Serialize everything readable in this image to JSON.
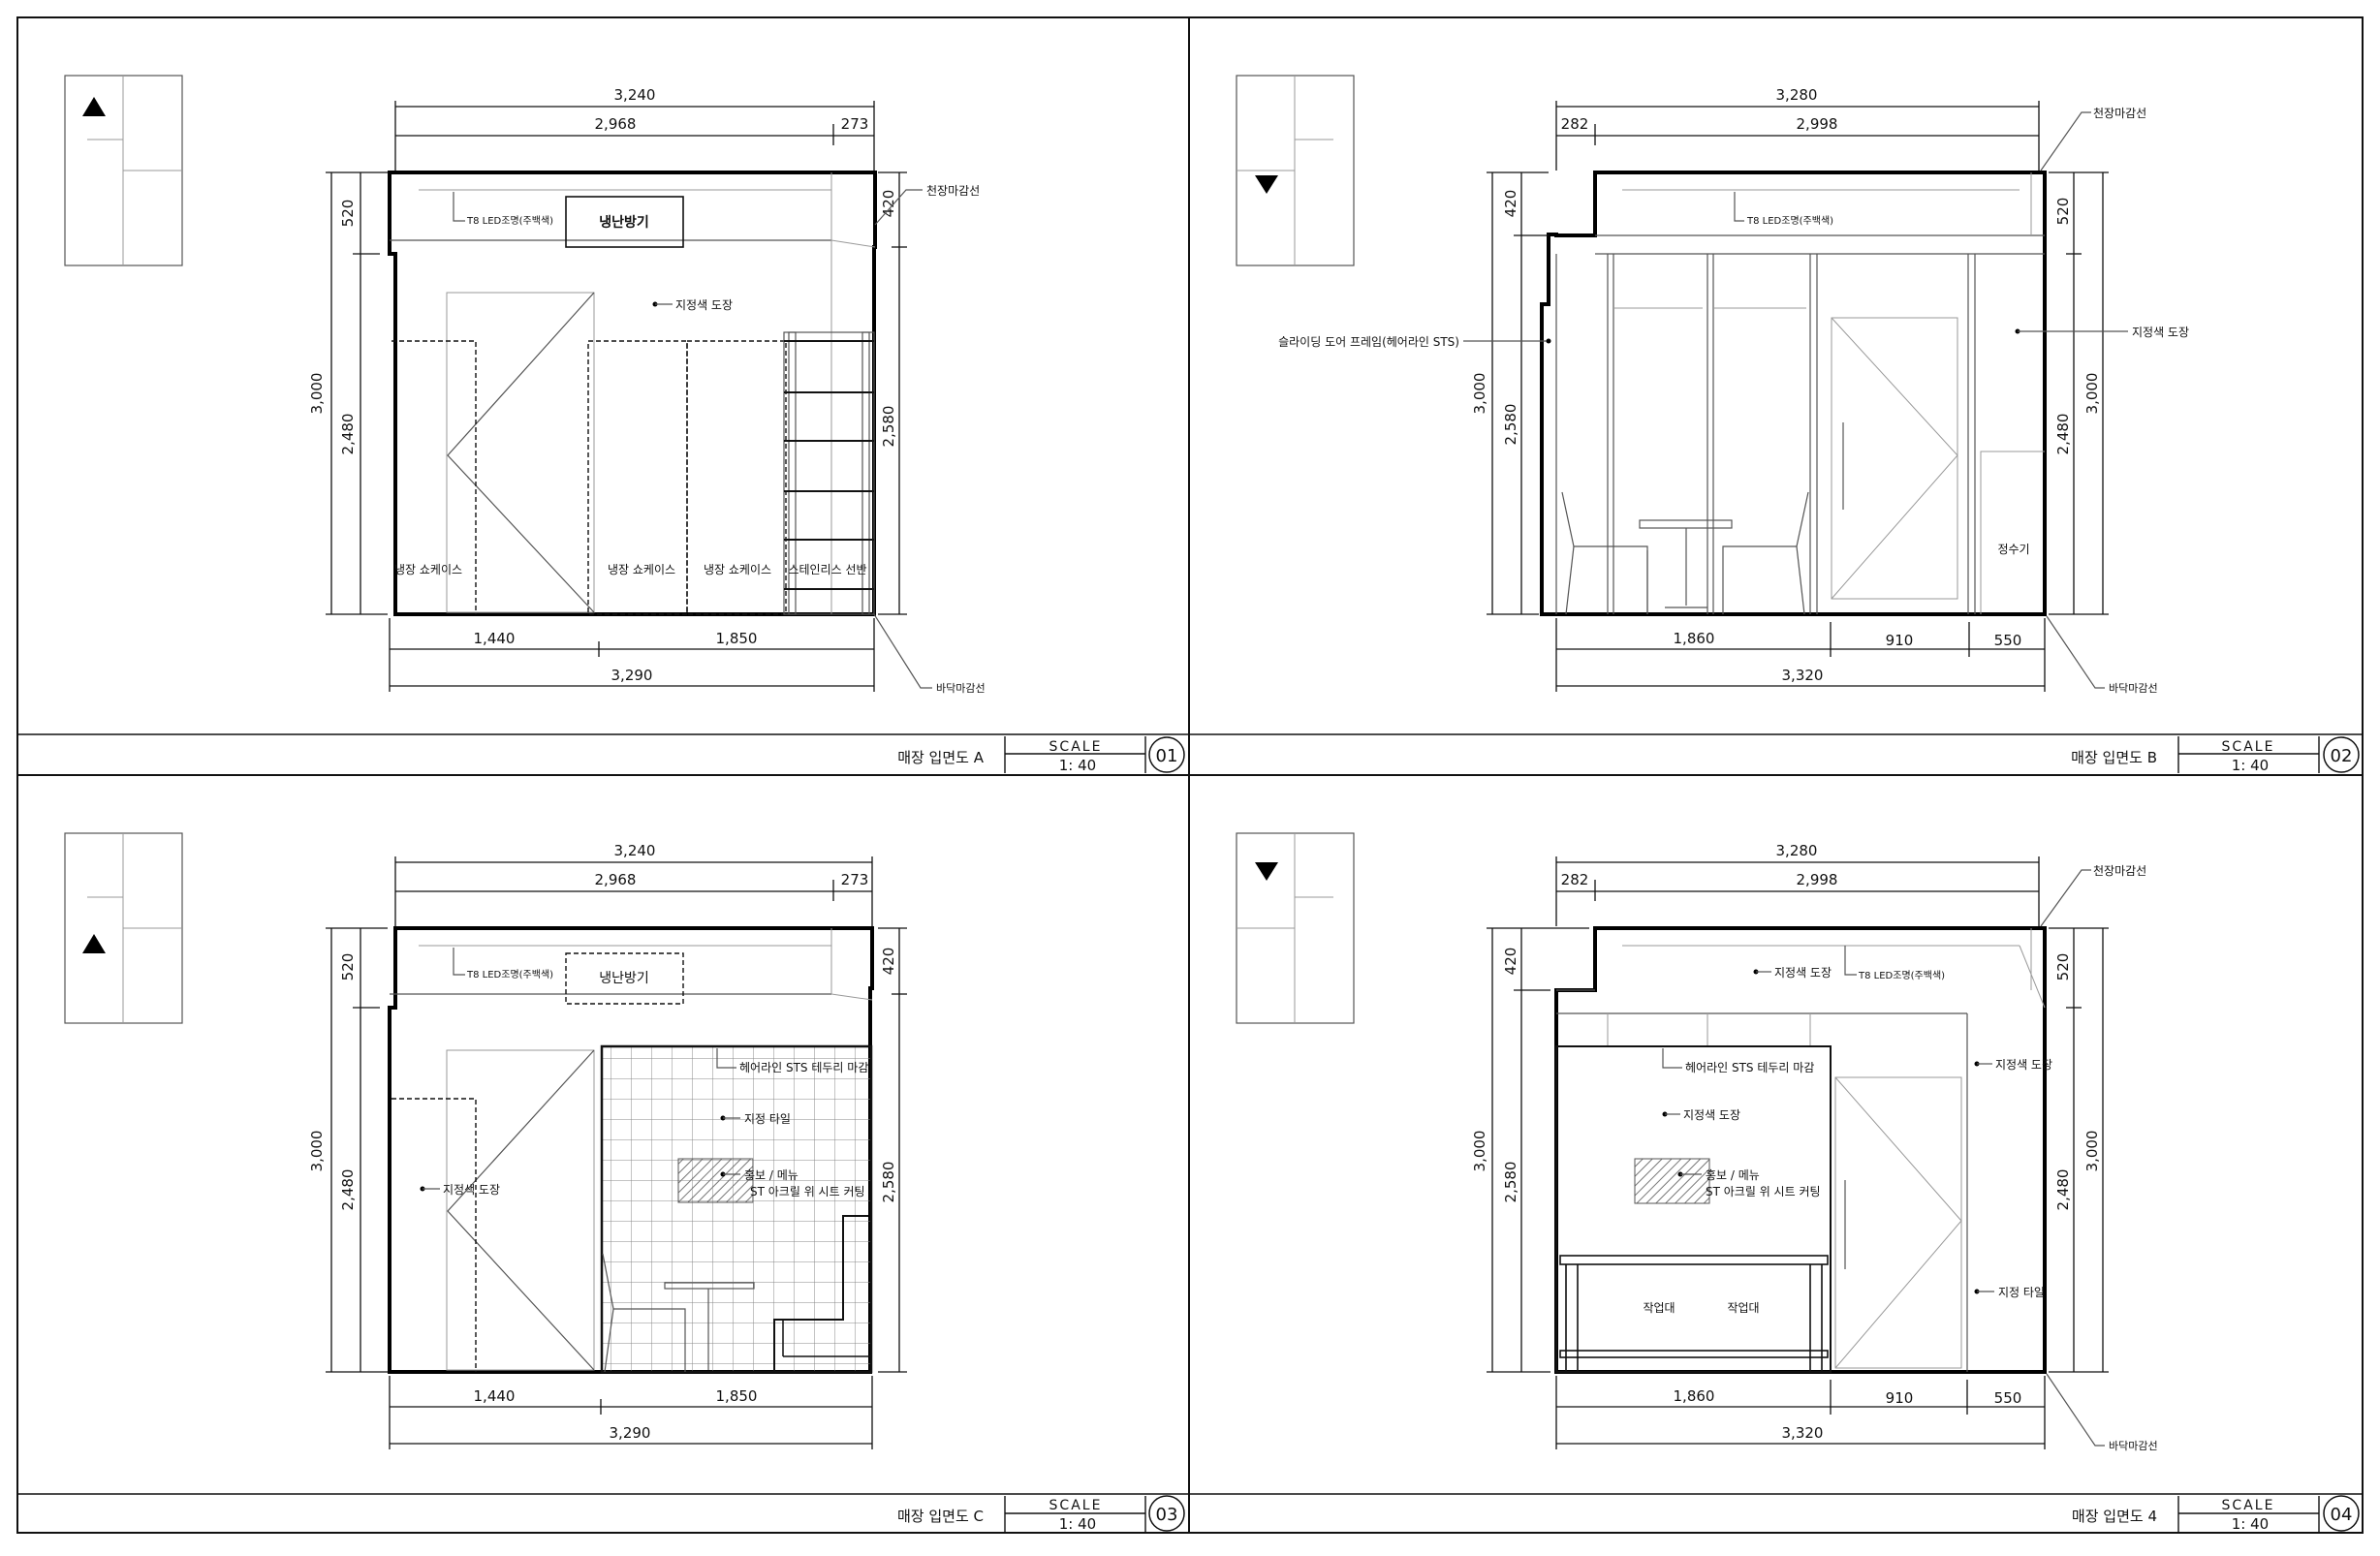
{
  "sheets": [
    {
      "title": "매장 입면도 A",
      "scale_label": "SCALE",
      "scale": "1: 40",
      "number": "01",
      "dims": {
        "top_total": "3,240",
        "top_a": "2,968",
        "top_b": "273",
        "bot_a": "1,440",
        "bot_b": "1,850",
        "bot_total": "3,290",
        "left_outer": "3,000",
        "left_a": "520",
        "left_b": "2,480",
        "right_a": "420",
        "right_b": "2,580"
      },
      "labels": {
        "led": "T8 LED조명(주백색)",
        "hvac": "냉난방기",
        "paint": "지정색 도장",
        "ceiling": "천장마감선",
        "floor": "바닥마감선",
        "case1": "냉장 쇼케이스",
        "case2": "냉장 쇼케이스",
        "case3": "냉장 쇼케이스",
        "shelf": "스테인리스 선반"
      }
    },
    {
      "title": "매장 입면도 B",
      "scale_label": "SCALE",
      "scale": "1: 40",
      "number": "02",
      "dims": {
        "top_total": "3,280",
        "top_a": "282",
        "top_b": "2,998",
        "bot_a": "1,860",
        "bot_b": "910",
        "bot_c": "550",
        "bot_total": "3,320",
        "left_a": "420",
        "left_outer": "3,000",
        "left_b": "2,580",
        "right_a": "520",
        "right_b": "2,480",
        "right_outer": "3,000"
      },
      "labels": {
        "ceiling": "천장마감선",
        "led": "T8 LED조명(주백색)",
        "door": "슬라이딩 도어 프레임(헤어라인 STS)",
        "paint": "지정색 도장",
        "purifier": "정수기",
        "floor": "바닥마감선"
      }
    },
    {
      "title": "매장 입면도 C",
      "scale_label": "SCALE",
      "scale": "1: 40",
      "number": "03",
      "dims": {
        "top_total": "3,240",
        "top_a": "2,968",
        "top_b": "273",
        "bot_a": "1,440",
        "bot_b": "1,850",
        "bot_total": "3,290",
        "left_outer": "3,000",
        "left_a": "520",
        "left_b": "2,480",
        "right_a": "420",
        "right_b": "2,580"
      },
      "labels": {
        "led": "T8 LED조명(주백색)",
        "hvac": "냉난방기",
        "sts_trim": "헤어라인 STS 테두리 마감",
        "tile": "지정 타일",
        "promo1": "홍보 / 메뉴",
        "promo2": "ST 아크릴 위 시트 커팅",
        "paint": "지정색 도장"
      }
    },
    {
      "title": "매장 입면도 4",
      "scale_label": "SCALE",
      "scale": "1: 40",
      "number": "04",
      "dims": {
        "top_total": "3,280",
        "top_a": "282",
        "top_b": "2,998",
        "bot_a": "1,860",
        "bot_b": "910",
        "bot_c": "550",
        "bot_total": "3,320",
        "left_a": "420",
        "left_outer": "3,000",
        "left_b": "2,580",
        "right_a": "520",
        "right_b": "2,480",
        "right_outer": "3,000"
      },
      "labels": {
        "ceiling": "천장마감선",
        "paint_top": "지정색 도장",
        "led": "T8 LED조명(주백색)",
        "paint_right": "지정색 도장",
        "sts_trim": "헤어라인 STS 테두리 마감",
        "paint_mid": "지정색 도장",
        "promo1": "홍보 / 메뉴",
        "promo2": "ST 아크릴 위 시트 커팅",
        "work1": "작업대",
        "work2": "작업대",
        "tile": "지정 타일",
        "floor": "바닥마감선"
      }
    }
  ]
}
